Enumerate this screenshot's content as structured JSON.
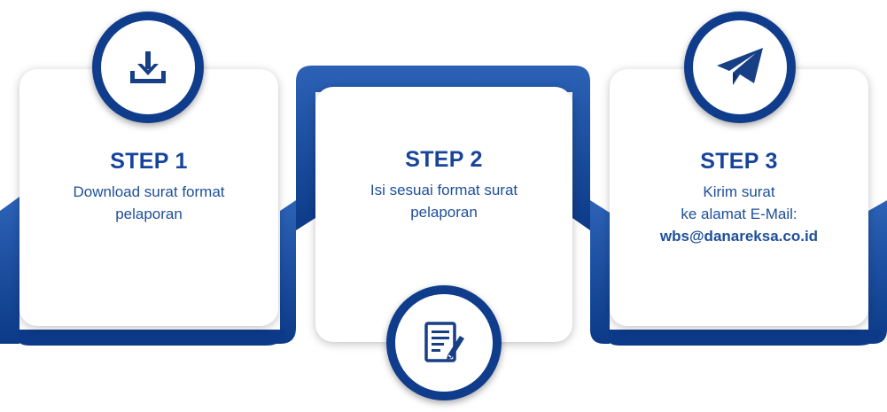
{
  "steps": [
    {
      "title": "STEP 1",
      "lines": [
        "Download surat format",
        "pelaporan"
      ],
      "icon": "download-icon"
    },
    {
      "title": "STEP 2",
      "lines": [
        "Isi sesuai format surat",
        "pelaporan"
      ],
      "icon": "document-edit-icon"
    },
    {
      "title": "STEP 3",
      "lines": [
        "Kirim surat",
        "ke alamat E-Mail:"
      ],
      "email": "wbs@danareksa.co.id",
      "icon": "paper-plane-icon"
    }
  ],
  "colors": {
    "primary": "#0f3d8c",
    "text": "#1e4f9a",
    "title": "#16449a"
  }
}
